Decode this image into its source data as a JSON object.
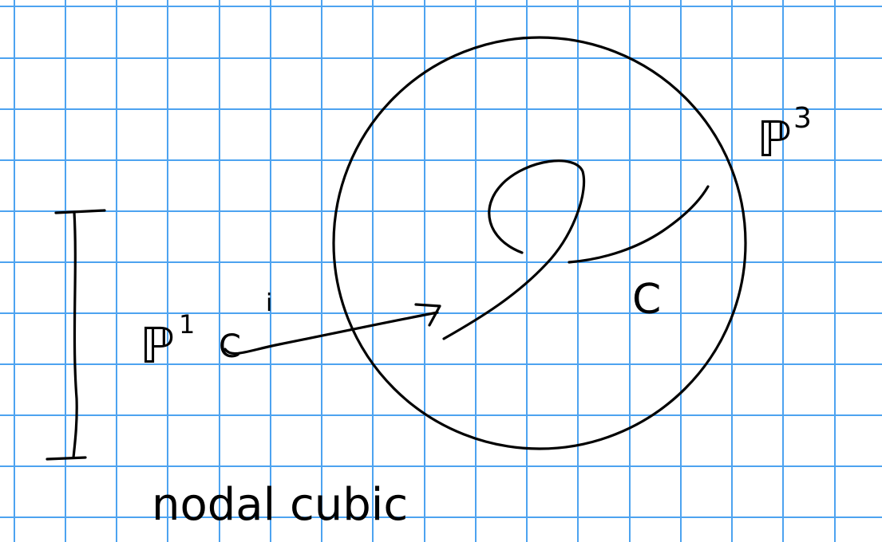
{
  "colors": {
    "grid": "#4da3f0",
    "ink": "#000000",
    "paper": "#ffffff"
  },
  "labels": {
    "p1": "ℙ",
    "p1_exp": "1",
    "map_source": "C",
    "map_name": "i",
    "p3": "ℙ",
    "p3_exp": "3",
    "curve": "C",
    "caption": "nodal cubic"
  }
}
